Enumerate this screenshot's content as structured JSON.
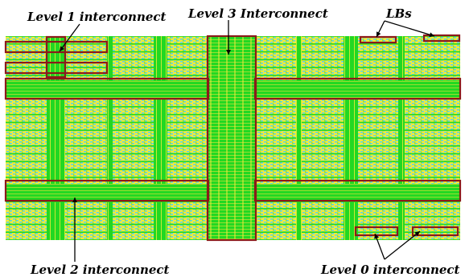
{
  "labels": {
    "level1": "Level 1 interconnect",
    "level3": "Level 3 Interconnect",
    "lbs": "LBs",
    "level2": "Level 2 interconnect",
    "level0": "Level 0 interconnect"
  },
  "colors": {
    "background": "#ffffff",
    "logic_block_yellow": "#f4ec3a",
    "logic_block_cyan": "#5ed3e6",
    "routing_green": "#1fd81f",
    "highlight_frame": "#8b1a1a",
    "leader_line": "#000000"
  }
}
